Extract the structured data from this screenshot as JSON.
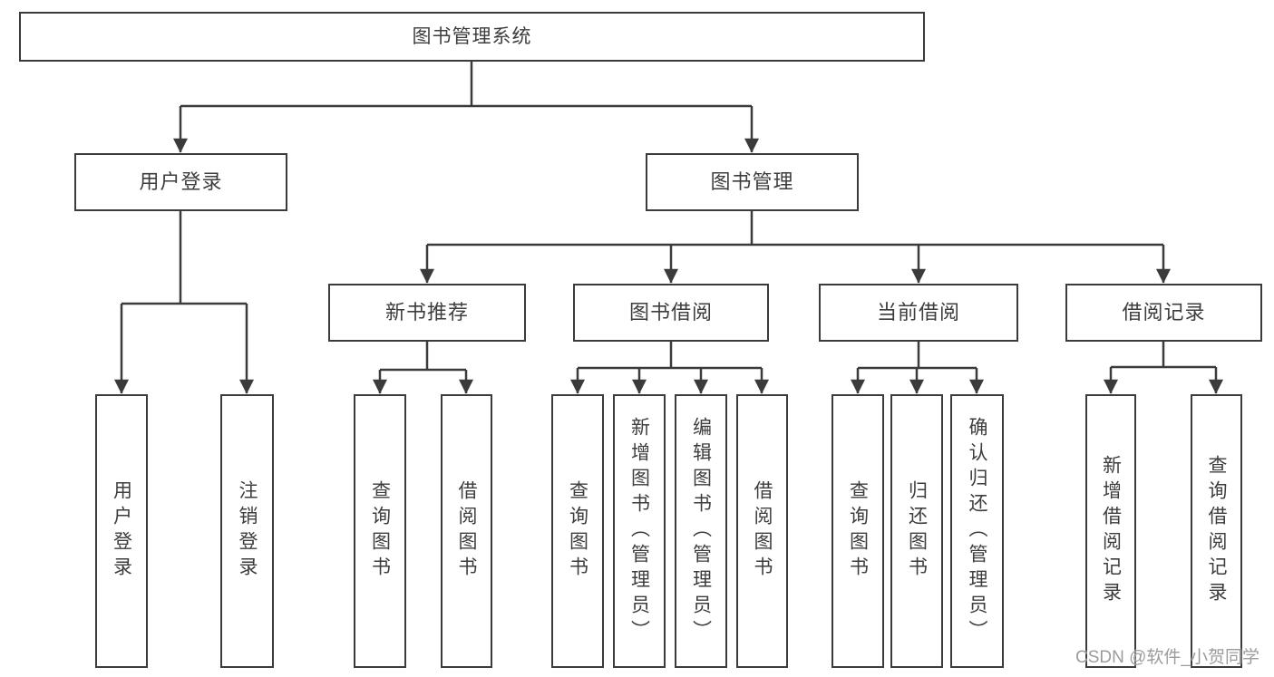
{
  "diagram": {
    "nodes": {
      "root": "图书管理系统",
      "user_login_branch": "用户登录",
      "book_mgmt": "图书管理",
      "new_rec": "新书推荐",
      "book_borrow": "图书借阅",
      "current_borrow": "当前借阅",
      "borrow_records": "借阅记录",
      "leaf_user_login": "用户登录",
      "leaf_logout": "注销登录",
      "leaf_query_book_newrec": "查询图书",
      "leaf_borrow_book_newrec": "借阅图书",
      "leaf_query_book_borrow": "查询图书",
      "leaf_add_book": "新增图书（管理员）",
      "leaf_edit_book": "编辑图书（管理员）",
      "leaf_borrow_book_borrow": "借阅图书",
      "leaf_query_book_current": "查询图书",
      "leaf_return_book": "归还图书",
      "leaf_confirm_return": "确认归还（管理员）",
      "leaf_add_record": "新增借阅记录",
      "leaf_query_record": "查询借阅记录"
    },
    "edges": [
      {
        "from": "图书管理系统",
        "to": [
          "用户登录",
          "图书管理"
        ]
      },
      {
        "from": "用户登录",
        "to": [
          "用户登录",
          "注销登录"
        ]
      },
      {
        "from": "图书管理",
        "to": [
          "新书推荐",
          "图书借阅",
          "当前借阅",
          "借阅记录"
        ]
      },
      {
        "from": "新书推荐",
        "to": [
          "查询图书",
          "借阅图书"
        ]
      },
      {
        "from": "图书借阅",
        "to": [
          "查询图书",
          "新增图书（管理员）",
          "编辑图书（管理员）",
          "借阅图书"
        ]
      },
      {
        "from": "当前借阅",
        "to": [
          "查询图书",
          "归还图书",
          "确认归还（管理员）"
        ]
      },
      {
        "from": "借阅记录",
        "to": [
          "新增借阅记录",
          "查询借阅记录"
        ]
      }
    ],
    "watermark": "CSDN @软件_小贺同学",
    "colors": {
      "line": "#3b3b3b",
      "box_border": "#3b3b3b",
      "box_fill": "#ffffff",
      "text": "#3d3d3d",
      "watermark": "#9c9c9c"
    }
  }
}
